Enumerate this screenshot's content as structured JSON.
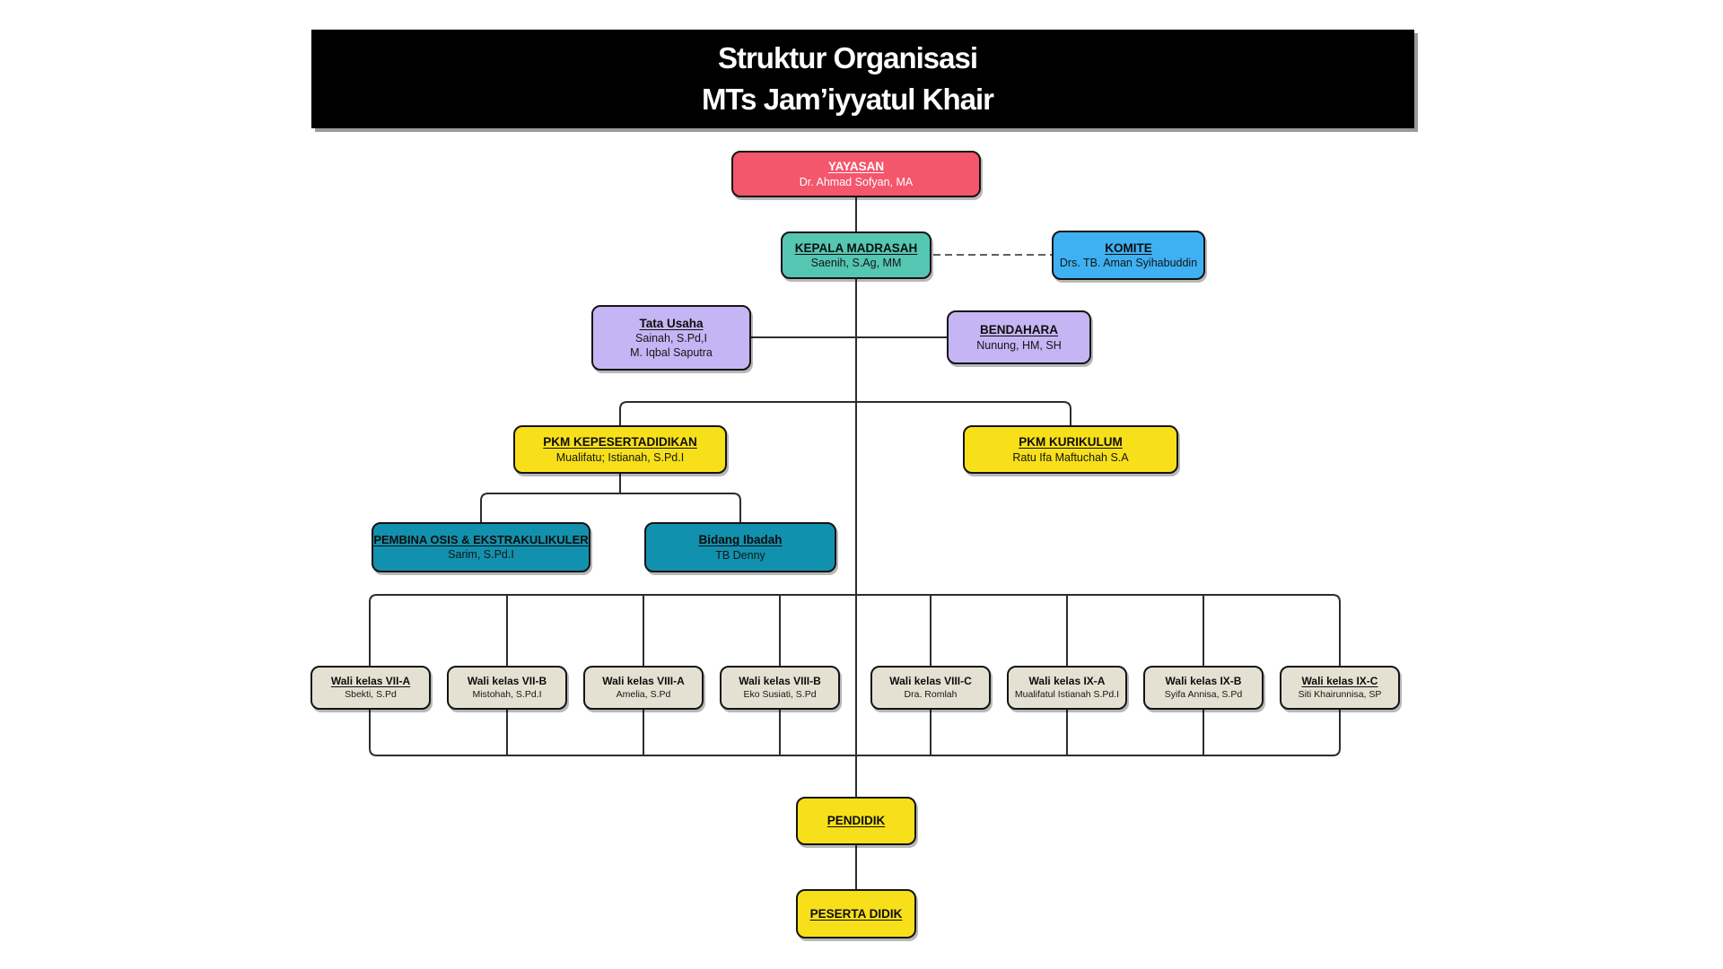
{
  "title": {
    "line1": "Struktur Organisasi",
    "line2": "MTs Jam’iyyatul Khair"
  },
  "nodes": {
    "yayasan": {
      "title": "YAYASAN",
      "name": "Dr. Ahmad Sofyan, MA"
    },
    "kepala_madrasah": {
      "title": "KEPALA MADRASAH",
      "name": "Saenih, S.Ag, MM"
    },
    "komite": {
      "title": "KOMITE",
      "name": "Drs. TB. Aman Syihabuddin"
    },
    "tata_usaha": {
      "title": "Tata Usaha",
      "name": "Sainah, S.Pd,I",
      "name2": "M. Iqbal Saputra"
    },
    "bendahara": {
      "title": "BENDAHARA",
      "name": "Nunung, HM, SH"
    },
    "pkm_kepesertadidikan": {
      "title": "PKM KEPESERTADIDIKAN",
      "name": "Mualifatu; Istianah, S.Pd.I"
    },
    "pkm_kurikulum": {
      "title": "PKM KURIKULUM",
      "name": "Ratu Ifa Maftuchah S.A"
    },
    "pembina_osis": {
      "title": "PEMBINA OSIS & EKSTRAKULIKULER",
      "name": "Sarim, S.Pd.I"
    },
    "bidang_ibadah": {
      "title": "Bidang Ibadah",
      "name": "TB Denny"
    },
    "pendidik": {
      "title": "PENDIDIK"
    },
    "peserta_didik": {
      "title": "PESERTA DIDIK"
    }
  },
  "wali_kelas": [
    {
      "title": "Wali kelas VII-A",
      "name": "Sbekti, S.Pd"
    },
    {
      "title": "Wali kelas VII-B",
      "name": "Mistohah, S.Pd.I"
    },
    {
      "title": "Wali kelas VIII-A",
      "name": "Amelia, S.Pd"
    },
    {
      "title": "Wali kelas VIII-B",
      "name": "Eko Susiati, S.Pd"
    },
    {
      "title": "Wali kelas VIII-C",
      "name": "Dra. Romlah"
    },
    {
      "title": "Wali kelas IX-A",
      "name": "Mualifatul Istianah S.Pd.I"
    },
    {
      "title": "Wali kelas IX-B",
      "name": "Syifa Annisa, S.Pd"
    },
    {
      "title": "Wali kelas IX-C",
      "name": "Siti Khairunnisa, SP"
    }
  ],
  "colors": {
    "header_bg": "#000000",
    "header_text": "#ffffff",
    "yayasan": "#f4566b",
    "kepala_madrasah": "#55c6b2",
    "komite": "#3eb1f2",
    "tata_usaha": "#c6b5f4",
    "bendahara": "#c6b5f4",
    "pkm_kepesertadidikan": "#f7e01a",
    "pkm_kurikulum": "#f7e01a",
    "pembina_osis": "#1291ae",
    "bidang_ibadah": "#1291ae",
    "wali_kelas": "#e5e1d2",
    "pendidik": "#f7e01a",
    "peserta_didik": "#f7e01a",
    "line": "#2d2d2d"
  }
}
